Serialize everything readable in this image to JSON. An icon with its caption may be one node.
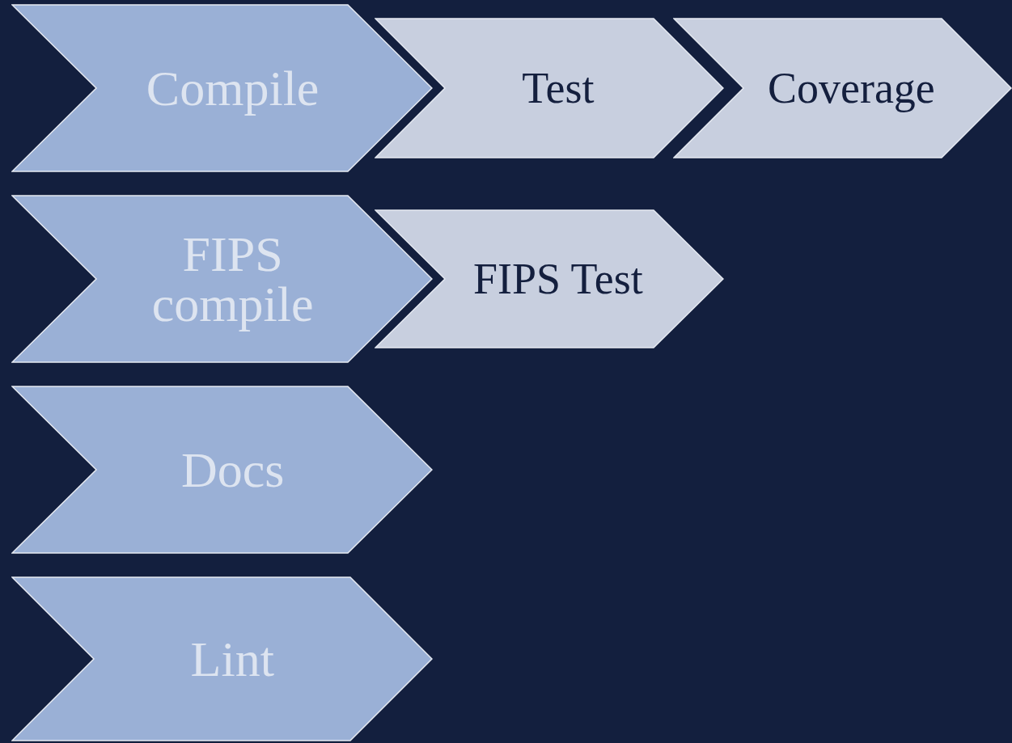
{
  "diagram": {
    "nodes": [
      {
        "text": [
          "Compile"
        ]
      },
      {
        "text": [
          "Test"
        ]
      },
      {
        "text": [
          "Coverage"
        ]
      },
      {
        "text": [
          "FIPS compile"
        ]
      },
      {
        "text": [
          "FIPS Test"
        ]
      },
      {
        "text": [
          "Docs"
        ]
      },
      {
        "text": [
          "Lint"
        ]
      }
    ]
  }
}
